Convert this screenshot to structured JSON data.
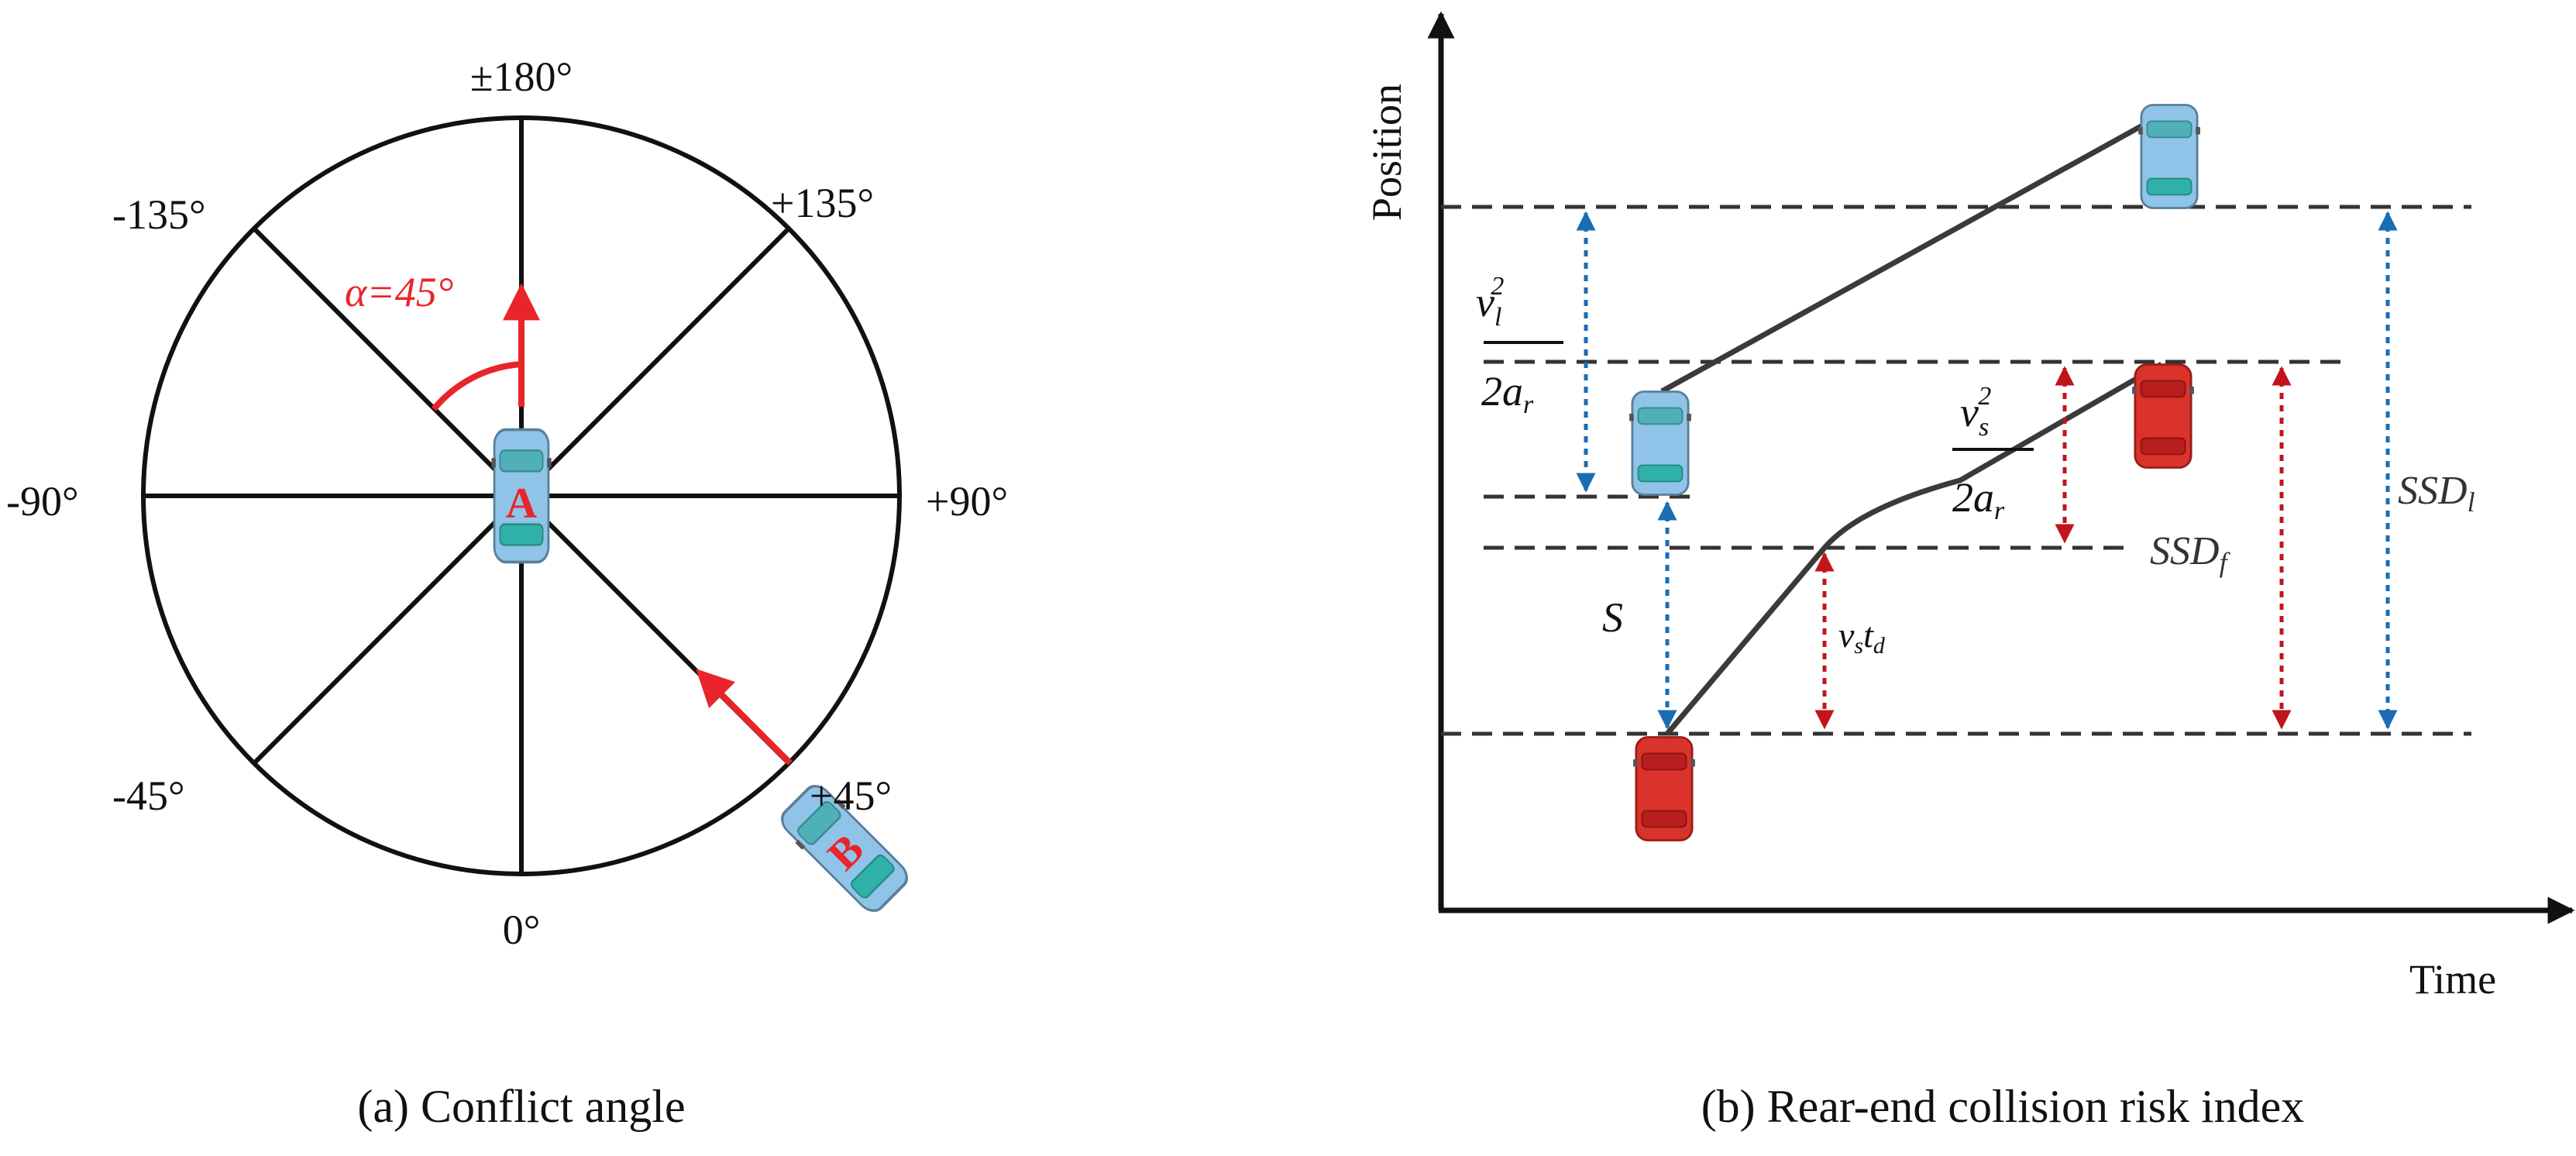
{
  "panel_a": {
    "angles": {
      "top": "±180°",
      "top_left": "-135°",
      "top_right": "+135°",
      "left": "-90°",
      "right": "+90°",
      "bottom_left": "-45°",
      "bottom_right": "+45°",
      "bottom": "0°"
    },
    "alpha_label": "α=45°",
    "vehicle_a": "A",
    "vehicle_b": "B",
    "caption": "(a)  Conflict angle"
  },
  "panel_b": {
    "y_axis_label": "Position",
    "x_axis_label": "Time",
    "s_label": "S",
    "vl": {
      "v": "v",
      "sub": "l",
      "sup": "2",
      "den_a": "2a",
      "den_sub": "r"
    },
    "vs": {
      "v": "v",
      "sub": "s",
      "sup": "2",
      "den_a": "2a",
      "den_sub": "r"
    },
    "vstd": {
      "v": "v",
      "vsub": "s",
      "t": "t",
      "tsub": "d"
    },
    "ssdf": {
      "main": "SSD",
      "sub": "f"
    },
    "ssdl": {
      "main": "SSD",
      "sub": "l"
    },
    "caption": "(b)  Rear-end collision risk index"
  },
  "colors": {
    "red": "#e8252a",
    "blue": "#1a6db3",
    "dark_red": "#c0151b",
    "car_blue": "#8fc4e8",
    "car_red": "#d9332b"
  }
}
